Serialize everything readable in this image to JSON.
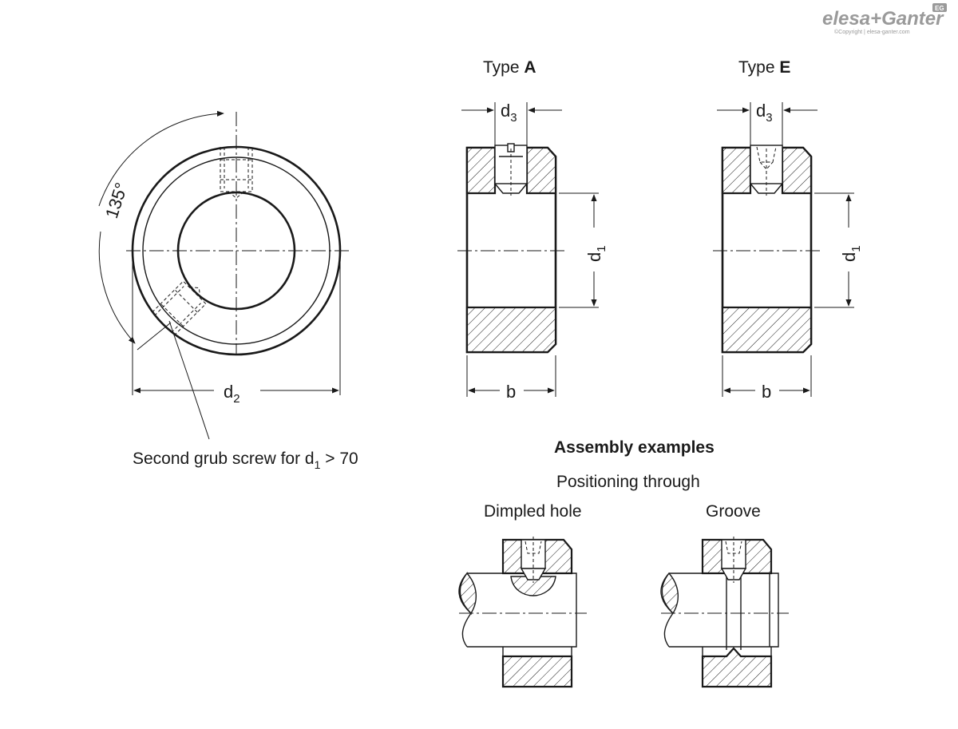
{
  "brand": {
    "name": "elesa+Ganter",
    "badge": "EG",
    "copyright": "©Copyright | elesa-ganter.com"
  },
  "front_view": {
    "angle_label": "135°",
    "d2_label": "d",
    "d2_sub": "2",
    "note_prefix": "Second grub screw for d",
    "note_sub": "1",
    "note_suffix": " > 70"
  },
  "type_a": {
    "title_prefix": "Type ",
    "title_bold": "A",
    "d3_label": "d",
    "d3_sub": "3",
    "d1_label": "d",
    "d1_sub": "1",
    "b_label": "b"
  },
  "type_e": {
    "title_prefix": "Type ",
    "title_bold": "E",
    "d3_label": "d",
    "d3_sub": "3",
    "d1_label": "d",
    "d1_sub": "1",
    "b_label": "b"
  },
  "assembly": {
    "heading": "Assembly examples",
    "subheading": "Positioning through",
    "left_caption": "Dimpled hole",
    "right_caption": "Groove"
  }
}
